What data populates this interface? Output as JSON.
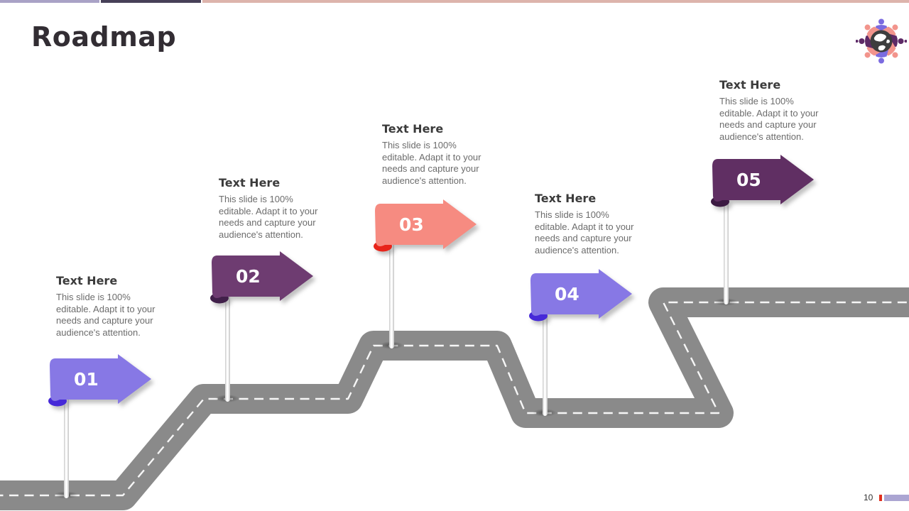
{
  "slide": {
    "title": "Roadmap",
    "page_number": "10"
  },
  "theme": {
    "top_bar_segments": [
      "#a9a2c6",
      "#474058",
      "#ddb4ac"
    ],
    "road_color": "#8a8a8a",
    "road_line_color": "#ffffff",
    "footer_tick_color": "#e0301e",
    "footer_bar_color": "#aba5d2"
  },
  "logo": {
    "globe_color": "#3d3d3d",
    "person_color_top_bottom": "#7b6be0",
    "person_color_left_right": "#5d2a66",
    "person_color_diagonal": "#f2948c"
  },
  "milestones": [
    {
      "number": "01",
      "heading": "Text Here",
      "body": "This slide is 100%\neditable. Adapt it to your\nneeds and capture your\naudience's attention.",
      "sign_color": "#8778e5",
      "curl_color": "#4629d8"
    },
    {
      "number": "02",
      "heading": "Text Here",
      "body": "This slide is 100%\neditable. Adapt it to your\nneeds and capture your\naudience's attention.",
      "sign_color": "#6e3c71",
      "curl_color": "#41204a"
    },
    {
      "number": "03",
      "heading": "Text Here",
      "body": "This slide is 100%\neditable. Adapt it to your\nneeds and capture your\naudience's attention.",
      "sign_color": "#f68b81",
      "curl_color": "#e8241a"
    },
    {
      "number": "04",
      "heading": "Text Here",
      "body": "This slide is 100%\neditable. Adapt it to your\nneeds and capture your\naudience's attention.",
      "sign_color": "#8778e5",
      "curl_color": "#4629d8"
    },
    {
      "number": "05",
      "heading": "Text Here",
      "body": "This slide is 100%\neditable. Adapt it to your\nneeds and capture your\naudience's attention.",
      "sign_color": "#602f63",
      "curl_color": "#3c1a42"
    }
  ]
}
